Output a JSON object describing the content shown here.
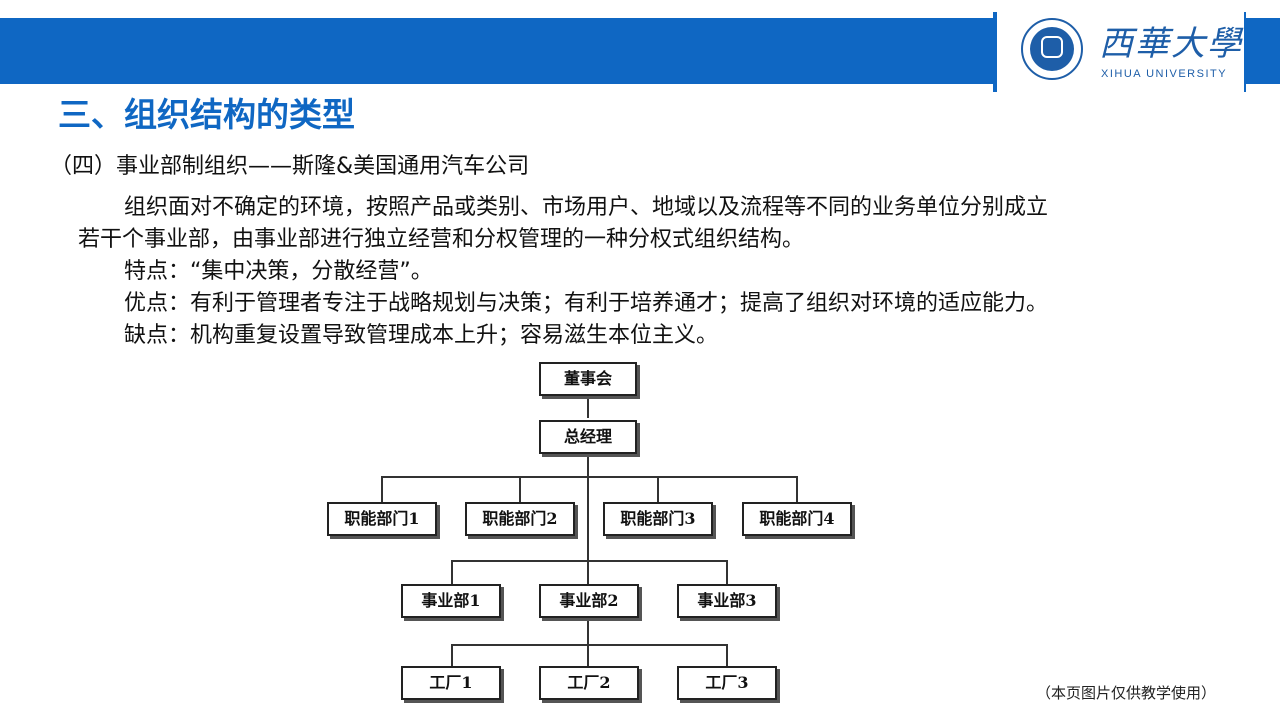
{
  "header": {
    "logo_cn": "西華大學",
    "logo_en": "XIHUA UNIVERSITY"
  },
  "title": "三、组织结构的类型",
  "subtitle": "（四）事业部制组织——斯隆&美国通用汽车公司",
  "paragraphs": {
    "definition_line1": "组织面对不确定的环境，按照产品或类别、市场用户、地域以及流程等不同的业务单位分别成立",
    "definition_line2": "若干个事业部，由事业部进行独立经营和分权管理的一种分权式组织结构。",
    "features": "特点：“集中决策，分散经营”。",
    "advantages": "优点：有利于管理者专注于战略规划与决策；有利于培养通才；提高了组织对环境的适应能力。",
    "disadvantages": "缺点：机构重复设置导致管理成本上升；容易滋生本位主义。"
  },
  "org_chart": {
    "board": "董事会",
    "general_manager": "总经理",
    "functional_departments": [
      "职能部门1",
      "职能部门2",
      "职能部门3",
      "职能部门4"
    ],
    "divisions": [
      "事业部1",
      "事业部2",
      "事业部3"
    ],
    "factories": [
      "工厂1",
      "工厂2",
      "工厂3"
    ]
  },
  "footnote": "（本页图片仅供教学使用）",
  "colors": {
    "accent": "#0f67c3",
    "logo": "#1e5ea8"
  }
}
